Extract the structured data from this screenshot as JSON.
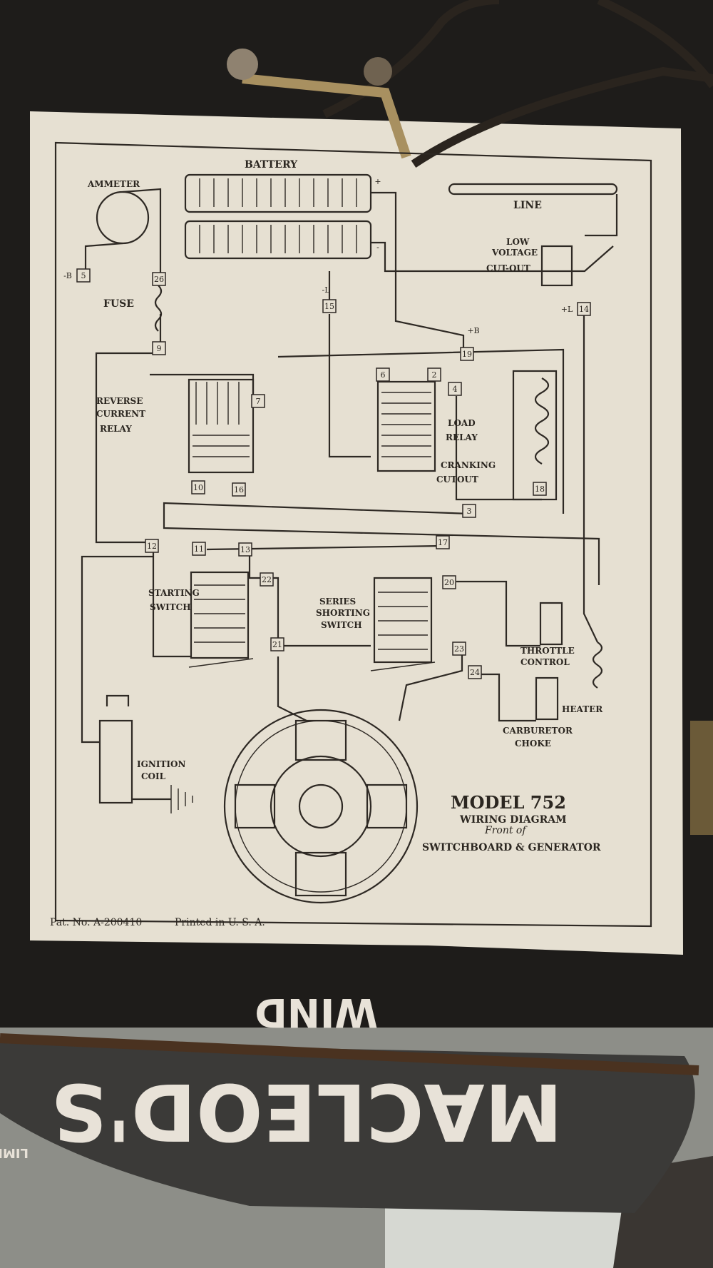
{
  "diagram": {
    "title": "MODEL 752",
    "subtitle": "WIRING DIAGRAM",
    "subtitle2": "Front of",
    "subtitle3": "SWITCHBOARD & GENERATOR",
    "footer_part": "Pat. No. A-200410",
    "footer_printed": "Printed in U. S. A.",
    "labels": {
      "battery": "BATTERY",
      "ammeter": "AMMETER",
      "line": "LINE",
      "low": "LOW",
      "voltage": "VOLTAGE",
      "cutout": "CUT-OUT",
      "fuse": "FUSE",
      "reverse": "REVERSE",
      "current": "CURRENT",
      "relay": "RELAY",
      "load": "LOAD",
      "load_relay": "RELAY",
      "cranking": "CRANKING",
      "cranking_cutout": "CUTOUT",
      "starting": "STARTING",
      "starting_switch": "SWITCH",
      "series": "SERIES",
      "shorting": "SHORTING",
      "series_switch": "SWITCH",
      "throttle": "THROTTLE",
      "control": "CONTROL",
      "heater": "HEATER",
      "carburetor": "CARBURETOR",
      "choke": "CHOKE",
      "ignition": "IGNITION",
      "coil": "COIL",
      "minus_b": "-B",
      "minus_l": "-L",
      "plus_l": "+L",
      "plus_b": "+B",
      "plus": "+",
      "minus": "-"
    },
    "terminals": [
      "5",
      "26",
      "15",
      "14",
      "19",
      "9",
      "7",
      "6",
      "2",
      "4",
      "10",
      "16",
      "18",
      "3",
      "17",
      "12",
      "11",
      "13",
      "22",
      "20",
      "21",
      "23",
      "24"
    ]
  },
  "sign": {
    "main": "MACLEOD'S",
    "small": "LIMITED",
    "top": "WIND"
  }
}
